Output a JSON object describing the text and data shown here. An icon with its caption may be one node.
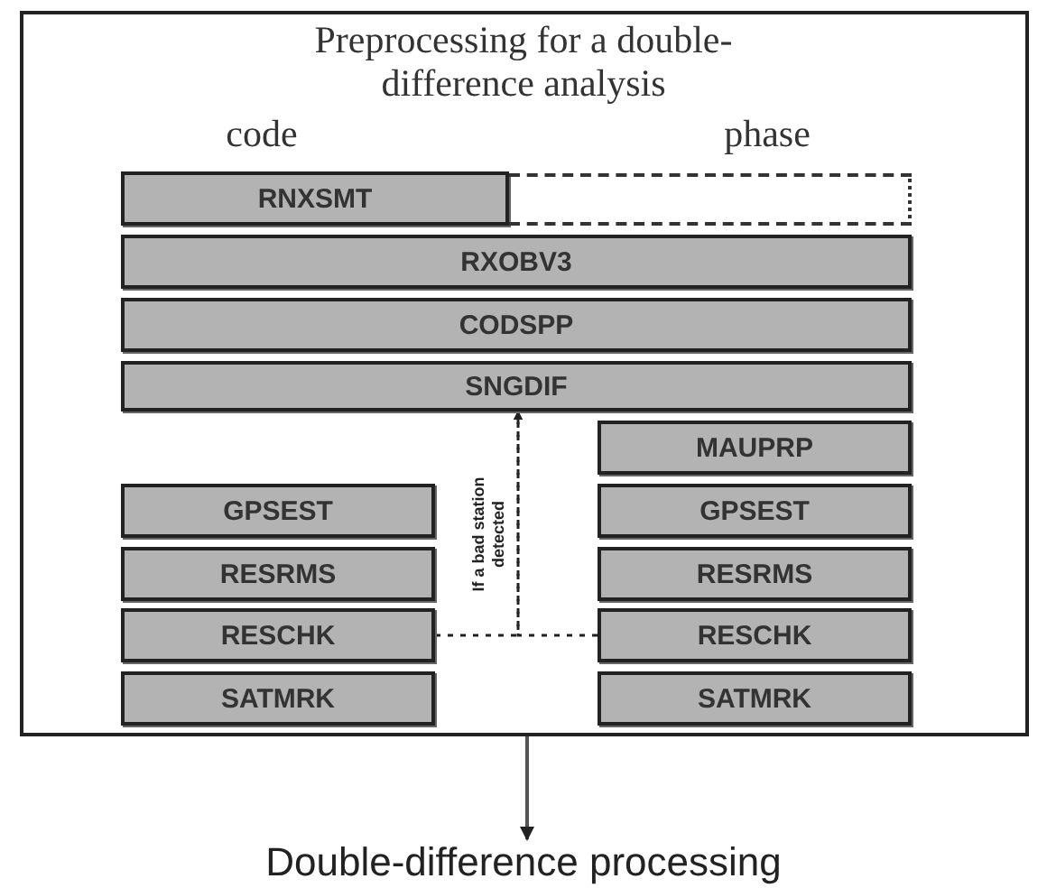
{
  "diagram": {
    "nodes": [
      {
        "text": [
          "Preprocessing for a double-difference analysis",
          "code",
          "phase"
        ]
      },
      {
        "text": [
          "RNXSMT"
        ],
        "in": 0
      },
      {
        "text": [],
        "shape": "box",
        "in": 0
      },
      {
        "text": [
          "RXOBV3"
        ],
        "in": 0
      },
      {
        "text": [
          "CODSPP"
        ],
        "in": 0
      },
      {
        "text": [
          "SNGDIF"
        ],
        "in": 0
      },
      {
        "text": [
          "MAUPRP"
        ],
        "in": 0
      },
      {
        "text": [
          "GPSEST"
        ],
        "in": 0
      },
      {
        "text": [
          "GPSEST"
        ],
        "in": 0
      },
      {
        "text": [
          "RESRMS"
        ],
        "in": 0
      },
      {
        "text": [
          "RESRMS"
        ],
        "in": 0
      },
      {
        "text": [
          "RESCHK"
        ],
        "in": 0
      },
      {
        "text": [
          "RESCHK"
        ],
        "in": 0
      },
      {
        "text": [
          "SATMRK"
        ],
        "in": 0
      },
      {
        "text": [
          "SATMRK"
        ],
        "in": 0
      },
      {
        "text": [
          "Double-difference processing"
        ]
      }
    ],
    "edges": [
      {
        "from": 0,
        "to": 15,
        "arrow": "to"
      },
      {
        "from": 11,
        "to": 5,
        "arrow": "to",
        "style": "dashed",
        "label": "If a bad station detected"
      },
      {
        "from": 12,
        "to": 5,
        "arrow": "to",
        "style": "dashed"
      }
    ]
  }
}
